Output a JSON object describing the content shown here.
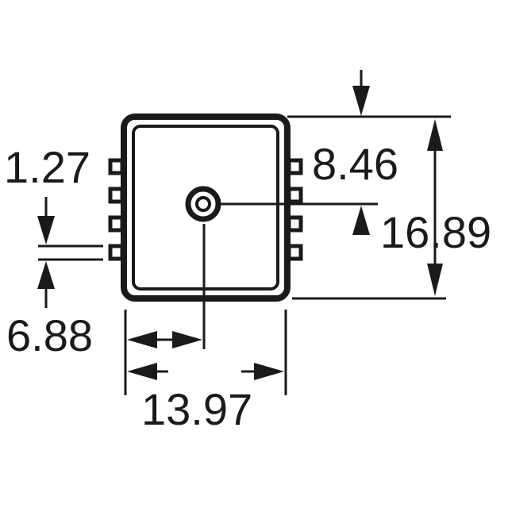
{
  "diagram": {
    "colors": {
      "ink": "#1a1a1a",
      "background": "#ffffff"
    },
    "dimensions": {
      "pin_pitch": "1.27",
      "port_offset_y": "8.46",
      "body_height": "16.89",
      "pin_span": "6.88",
      "body_width": "13.97"
    }
  }
}
